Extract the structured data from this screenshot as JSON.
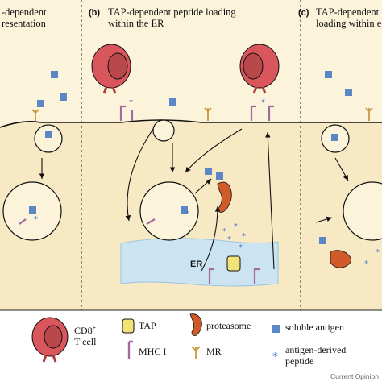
{
  "panels": [
    {
      "letter": "",
      "title_line1": "-dependent",
      "title_line2": "resentation"
    },
    {
      "letter": "(b)",
      "title_line1": "TAP-dependent peptide loading",
      "title_line2": "within the ER"
    },
    {
      "letter": "(c)",
      "title_line1": "TAP-dependent",
      "title_line2": "loading within e"
    }
  ],
  "er_label": "ER",
  "legend": {
    "cd8_line1": "CD8",
    "cd8_sup": "+",
    "cd8_line2": "T cell",
    "tap": "TAP",
    "mhc": "MHC I",
    "proteasome": "proteasome",
    "mr": "MR",
    "soluble_antigen": "soluble antigen",
    "antigen_peptide_line1": "antigen-derived",
    "antigen_peptide_line2": "peptide"
  },
  "copyright": "Current Opinion",
  "colors": {
    "cytoplasm": "#f7e9c4",
    "extracellular": "#fbf3da",
    "er": "#cce4f2",
    "tcell": "#d9565c",
    "nucleus": "#b8484a",
    "antigen": "#5b87c7",
    "tap": "#f1e27a",
    "mhc": "#a36aa0",
    "mr": "#c9983f",
    "proteasome": "#d15a2a",
    "peptide": "#4a78c4"
  }
}
